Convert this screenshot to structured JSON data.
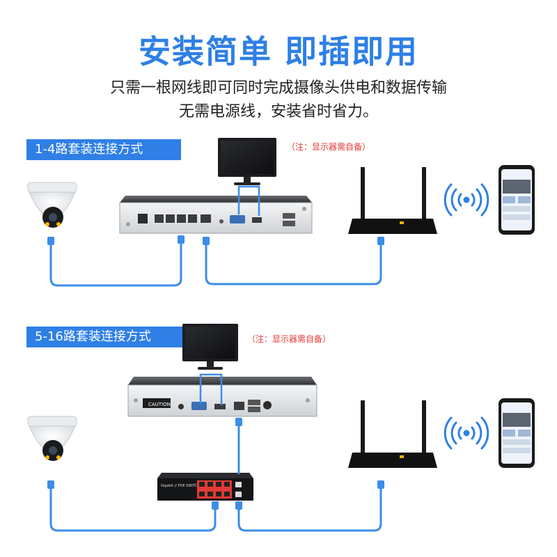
{
  "title": "安装简单  即插即用",
  "subtitle_line1": "只需一根网线即可同时完成摄像头供电和数据传输",
  "subtitle_line2": "无需电源线，安装省时省力。",
  "section1": {
    "label": "1-4路套装连接方式",
    "note": "（注：显示器需自备）"
  },
  "section2": {
    "label": "5-16路套装连接方式",
    "note": "（注：显示器需自备）"
  },
  "device_labels": {
    "caution": "CAUTION",
    "switch_model": "Gigabit // POE SWITCH"
  },
  "colors": {
    "accent": "#2f7fe6",
    "cable": "#3b8de8",
    "note": "#e53935"
  },
  "icons": [
    "camera-icon",
    "monitor-icon",
    "nvr-icon",
    "router-icon",
    "wifi-icon",
    "phone-icon",
    "poe-switch-icon"
  ]
}
